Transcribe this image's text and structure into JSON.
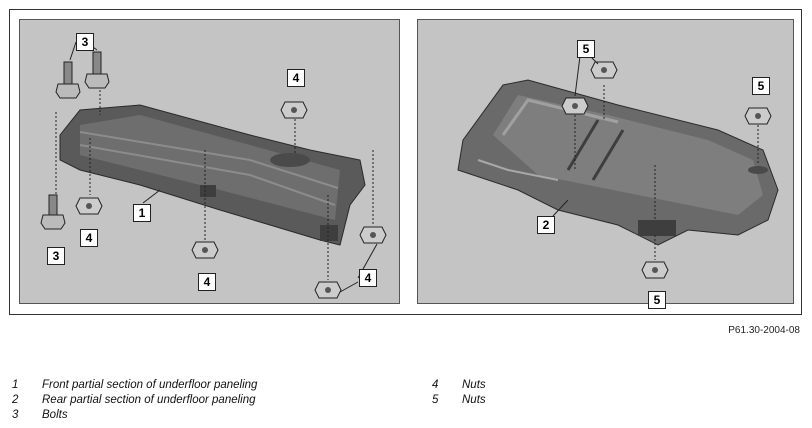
{
  "figure": {
    "reference": "P61.30-2004-08",
    "callouts_left": [
      "3",
      "4",
      "1",
      "4",
      "4",
      "3",
      "4"
    ],
    "callouts_right": [
      "5",
      "5",
      "2",
      "5"
    ]
  },
  "legend": {
    "left": [
      {
        "num": "1",
        "text": "Front partial section of underfloor paneling"
      },
      {
        "num": "2",
        "text": "Rear partial section of underfloor paneling"
      },
      {
        "num": "3",
        "text": "Bolts"
      }
    ],
    "right": [
      {
        "num": "4",
        "text": "Nuts"
      },
      {
        "num": "5",
        "text": "Nuts"
      }
    ]
  },
  "colors": {
    "panel_bg": "#c4c4c4",
    "part_dark": "#4a4a4a",
    "part_mid": "#6e6e6e",
    "part_light": "#9a9a9a"
  }
}
